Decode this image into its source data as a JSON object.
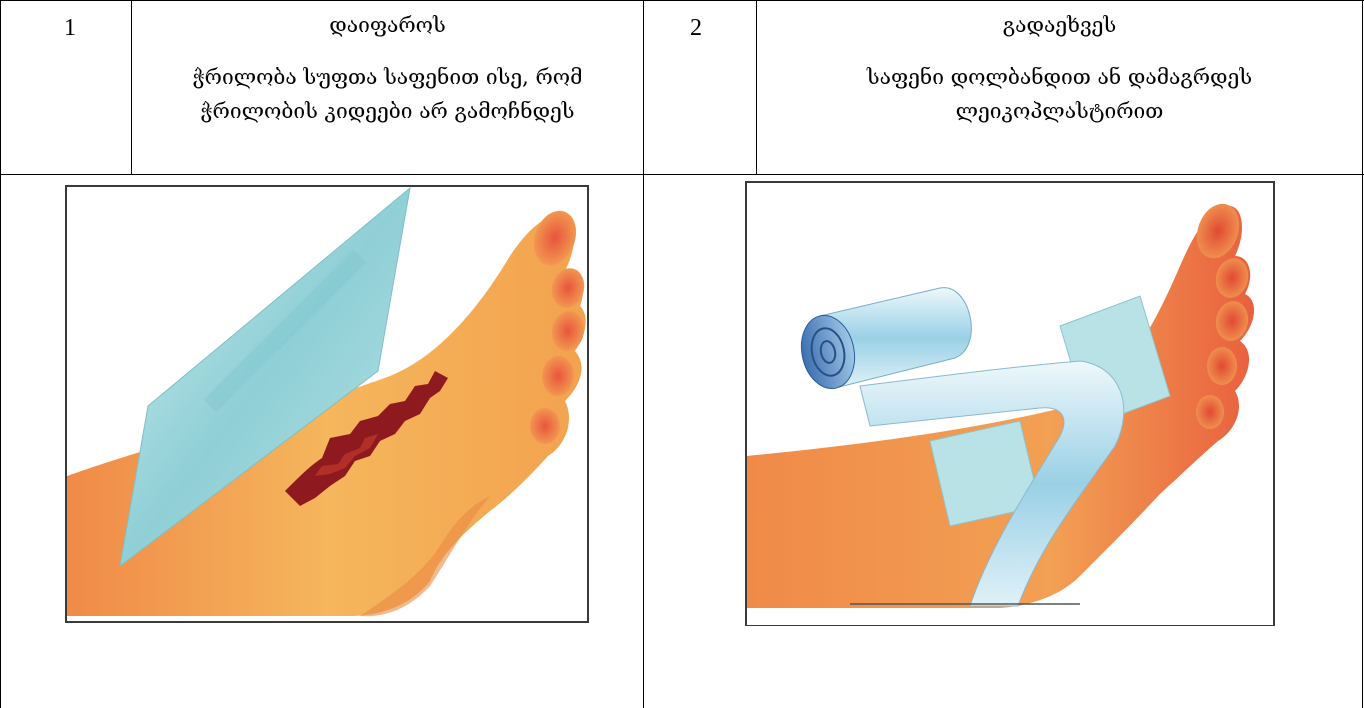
{
  "steps": [
    {
      "number": "1",
      "title": "დაიფაროს",
      "description_line1": "ჭრილობა სუფთა საფენით ისე, რომ",
      "description_line2": "ჭრილობის კიდეები არ გამოჩნდეს",
      "illustration": "foot-wound-covered-with-gauze-pad"
    },
    {
      "number": "2",
      "title": "გადაეხვეს",
      "description_line1": "საფენი დოლბანდით ან დამაგრდეს",
      "description_line2": "ლეიკოპლასტირით",
      "illustration": "foot-wrapped-with-bandage-roll"
    }
  ],
  "colors": {
    "skin_light": "#f6d07a",
    "skin_orange": "#f0a04a",
    "skin_red": "#e2553a",
    "wound": "#8e1a1f",
    "gauze": "#a9dde0",
    "bandage_blue": "#6aa8d8"
  }
}
